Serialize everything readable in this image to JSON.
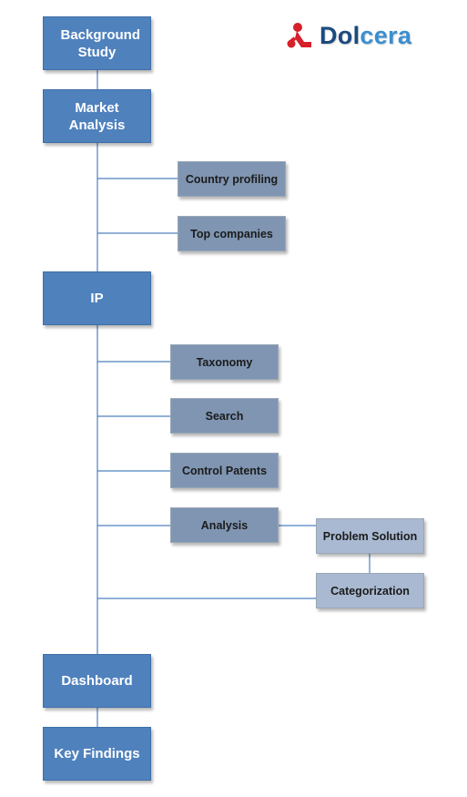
{
  "logo": {
    "text_part1": "Dol",
    "text_part2": "cera",
    "brand_color": "#1c4a7e",
    "accent_color": "#3a8fd0",
    "mark_color": "#d6202a"
  },
  "steps": {
    "background_study": "Background Study",
    "market_analysis": "Market Analysis",
    "ip": "IP",
    "dashboard": "Dashboard",
    "key_findings": "Key Findings"
  },
  "market_analysis_children": {
    "country_profiling": "Country profiling",
    "top_companies": "Top companies"
  },
  "ip_children": {
    "taxonomy": "Taxonomy",
    "search": "Search",
    "control_patents": "Control Patents",
    "analysis": "Analysis"
  },
  "analysis_children": {
    "problem_solution": "Problem Solution",
    "categorization": "Categorization"
  },
  "colors": {
    "main_box": "#4f81bd",
    "sub_box": "#7f95b2",
    "sub2_box": "#a9b9d1",
    "connector": "#4f81bd"
  }
}
